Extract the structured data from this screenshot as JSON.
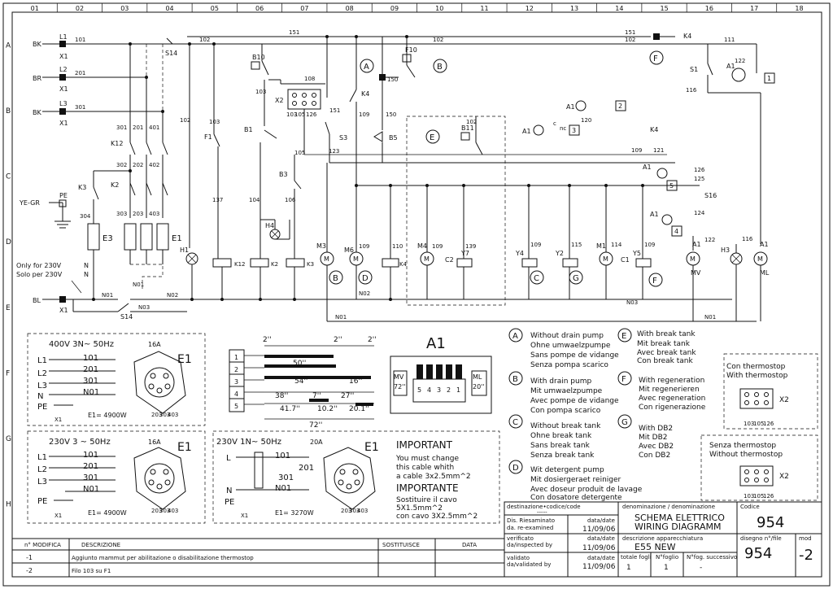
{
  "grid": {
    "cols": [
      "01",
      "02",
      "03",
      "04",
      "05",
      "06",
      "07",
      "08",
      "09",
      "10",
      "11",
      "12",
      "13",
      "14",
      "15",
      "16",
      "17",
      "18"
    ],
    "rows": [
      "A",
      "B",
      "C",
      "D",
      "E",
      "F",
      "G",
      "H"
    ]
  },
  "supply": {
    "lines": [
      {
        "color": "BK",
        "term": "L1",
        "wire": "101",
        "x": "X1"
      },
      {
        "color": "BR",
        "term": "L2",
        "wire": "201",
        "x": "X1"
      },
      {
        "color": "BK",
        "term": "L3",
        "wire": "301",
        "x": "X1"
      }
    ],
    "pe": {
      "color": "YE-GR",
      "term": "PE"
    },
    "neutral": {
      "color": "BL",
      "x": "X1"
    },
    "only_for_en": "Only for 230V",
    "only_for_it": "Solo per 230V",
    "n_label": "N"
  },
  "components": {
    "k12": "K12",
    "k2": "K2",
    "k3": "K3",
    "k4": "K4",
    "e1": "E1",
    "e3": "E3",
    "s14": "S14",
    "s14b": "S14",
    "f1": "F1",
    "b1": "B1",
    "b3": "B3",
    "b10": "B10",
    "x2": "X2",
    "s3": "S3",
    "b5": "B5",
    "b11": "B11",
    "f10": "F10",
    "h1": "H1",
    "h3": "H3",
    "h4": "H4",
    "m3": "M3",
    "m6": "M6",
    "m4": "M4",
    "m1": "M1",
    "y7": "Y7",
    "y4": "Y4",
    "y2": "Y2",
    "y5": "Y5",
    "c1": "C1",
    "c2": "C2",
    "s1": "S1",
    "s16": "S16",
    "a1": "A1",
    "mv": "MV",
    "ml": "ML"
  },
  "wires": {
    "w102": "102",
    "w151": "151",
    "w150": "150",
    "w108": "108",
    "w103": "103",
    "w105": "105",
    "w106": "106",
    "w126": "126",
    "w109": "109",
    "w123": "123",
    "w137": "137",
    "w104": "104",
    "w110": "110",
    "w139": "139",
    "w115": "115",
    "w114": "114",
    "w111": "111",
    "w116": "116",
    "w122": "122",
    "w120": "120",
    "w121": "121",
    "w124": "124",
    "w125": "125",
    "w302": "302",
    "w202": "202",
    "w402": "402",
    "w304": "304",
    "w303": "303",
    "w203": "203",
    "w403": "403",
    "n01": "N01",
    "n02": "N02",
    "n03": "N03",
    "w301": "301",
    "w201": "201",
    "w401": "401"
  },
  "options": {
    "A": {
      "letter": "A",
      "lines": [
        "Without drain pump",
        "Ohne umwaelzpumpe",
        "Sans pompe de vidange",
        "Senza pompa scarico"
      ]
    },
    "B": {
      "letter": "B",
      "lines": [
        "With drain pump",
        "Mit umwaelzpumpe",
        "Avec pompe de vidange",
        "Con pompa scarico"
      ]
    },
    "C": {
      "letter": "C",
      "lines": [
        "Without break tank",
        "Ohne break tank",
        "Sans break tank",
        "Senza break tank"
      ]
    },
    "D": {
      "letter": "D",
      "lines": [
        "Wit detergent pump",
        "Mit dosiergeraet reiniger",
        "Avec doseur produit de lavage",
        "Con dosatore detergente"
      ]
    },
    "E": {
      "letter": "E",
      "lines": [
        "With break tank",
        "Mit break tank",
        "Avec break tank",
        "Con break tank"
      ]
    },
    "F": {
      "letter": "F",
      "lines": [
        "With regeneration",
        "Mit regenerieren",
        "Avec regeneration",
        "Con rigenerazione"
      ]
    },
    "G": {
      "letter": "G",
      "lines": [
        "With DB2",
        "Mit DB2",
        "Avec DB2",
        "Con DB2"
      ]
    }
  },
  "boxes": {
    "b400": {
      "title": "400V 3N~ 50Hz",
      "fuse": "16A",
      "terms": [
        "L1",
        "L2",
        "L3",
        "N",
        "PE"
      ],
      "wires": [
        "101",
        "201",
        "301",
        "N01"
      ],
      "power": "E1= 4900W",
      "x": "X1",
      "pins": [
        "203",
        "303",
        "403"
      ]
    },
    "b230_3": {
      "title": "230V 3 ~ 50Hz",
      "fuse": "16A",
      "terms": [
        "L1",
        "L2",
        "L3",
        "PE"
      ],
      "wires": [
        "101",
        "201",
        "301",
        "N01"
      ],
      "power": "E1= 4900W",
      "x": "X1",
      "pins": [
        "203",
        "303",
        "403"
      ]
    },
    "b230_1": {
      "title": "230V 1N~ 50Hz",
      "fuse": "20A",
      "terms": [
        "L",
        "N",
        "PE"
      ],
      "wires": [
        "101",
        "201",
        "301",
        "N01"
      ],
      "power": "E1= 3270W",
      "x": "X1",
      "pins": [
        "203",
        "303",
        "403"
      ]
    }
  },
  "important": {
    "en_title": "IMPORTANT",
    "en_lines": [
      "You must change",
      "this cable whith",
      "a cable 3x2.5mm^2"
    ],
    "it_title": "IMPORTANTE",
    "it_lines": [
      "Sostituire il cavo",
      "5X1.5mm^2",
      "con cavo 3X2.5mm^2"
    ]
  },
  "dims": {
    "rows": [
      "1",
      "2",
      "3",
      "4",
      "5"
    ],
    "marks": [
      "2''",
      "2''",
      "2''"
    ],
    "vals": [
      "50''",
      "54''",
      "16''",
      "38''",
      "7''",
      "27''",
      "41.7''",
      "10.2''",
      "20.1''",
      "72''"
    ]
  },
  "a1_detail": {
    "title": "A1",
    "left": "MV",
    "left_sub": "72''",
    "right": "ML",
    "right_sub": "20''",
    "pins": [
      "5",
      "4",
      "3",
      "2",
      "1"
    ]
  },
  "thermostop": {
    "with": [
      "Con thermostop",
      "With thermostop"
    ],
    "without": [
      "Senza thermostop",
      "Without thermostop"
    ],
    "pins_with": [
      "103",
      "105",
      "126"
    ],
    "pins_without": [
      "103",
      "105",
      "126"
    ],
    "x": "X2"
  },
  "title_block": {
    "code_hdr": "destinazione•codice/code",
    "code_val": "-----",
    "revised_hdr": "Dis. Riesaminato",
    "revised_hdr2": "da. re-examined",
    "date_hdr": "data/date",
    "date1": "11/09/06",
    "verified_hdr": "verificato",
    "verified_hdr2": "da/inspected by",
    "date2": "11/09/06",
    "validated_hdr": "validato",
    "validated_hdr2": "da/validated by",
    "date3": "11/09/06",
    "denom_hdr": "denominazione / denominazione",
    "denom_1": "SCHEMA ELETTRICO",
    "denom_2": "WIRING DIAGRAMM",
    "desc_hdr": "descrizione apparecchiatura",
    "desc_val": "E55 NEW",
    "totals_hdr": "totale fogli",
    "totals_val": "1",
    "sheet_hdr": "N°foglio",
    "sheet_val": "1",
    "next_hdr": "N°fog. successivo",
    "next_val": "-",
    "codice_hdr": "Codice",
    "codice_val": "954",
    "drawing_hdr": "disegno n°/file",
    "drawing_val": "954",
    "mod_hdr": "mod",
    "mod_val": "-2"
  },
  "revisions": {
    "hdr": [
      "n° MODIFICA",
      "DESCRIZIONE",
      "SOSTITUISCE",
      "DATA"
    ],
    "rows": [
      {
        "n": "-1",
        "desc": "Aggiunto mammut per abilitazione o disabilitazione thermostop"
      },
      {
        "n": "-2",
        "desc": "Filo 103 su F1"
      }
    ]
  }
}
